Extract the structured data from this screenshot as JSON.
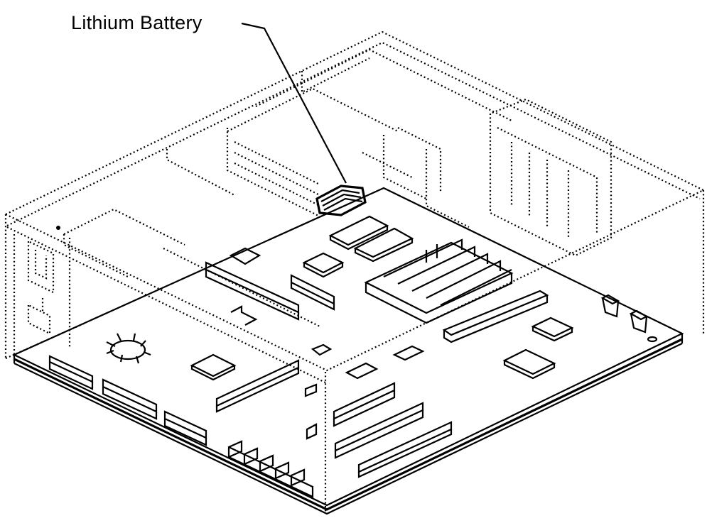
{
  "callout": {
    "label": "Lithium Battery"
  },
  "icons": {
    "battery": "lithium-battery-icon",
    "board": "logic-board-illustration",
    "chassis": "chassis-illustration"
  }
}
